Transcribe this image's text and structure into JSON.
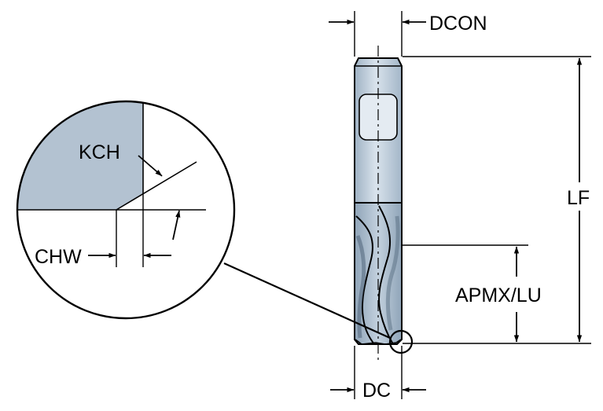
{
  "labels": {
    "dcon": "DCON",
    "lf": "LF",
    "apmx_lu": "APMX/LU",
    "dc": "DC",
    "kch": "KCH",
    "chw": "CHW"
  },
  "colors": {
    "tool_light": "#c9d6e3",
    "tool_mid": "#a6b9cb",
    "tool_dark": "#6f8497",
    "detail_fill": "#b3c2d1",
    "line": "#000000",
    "background": "#ffffff"
  }
}
